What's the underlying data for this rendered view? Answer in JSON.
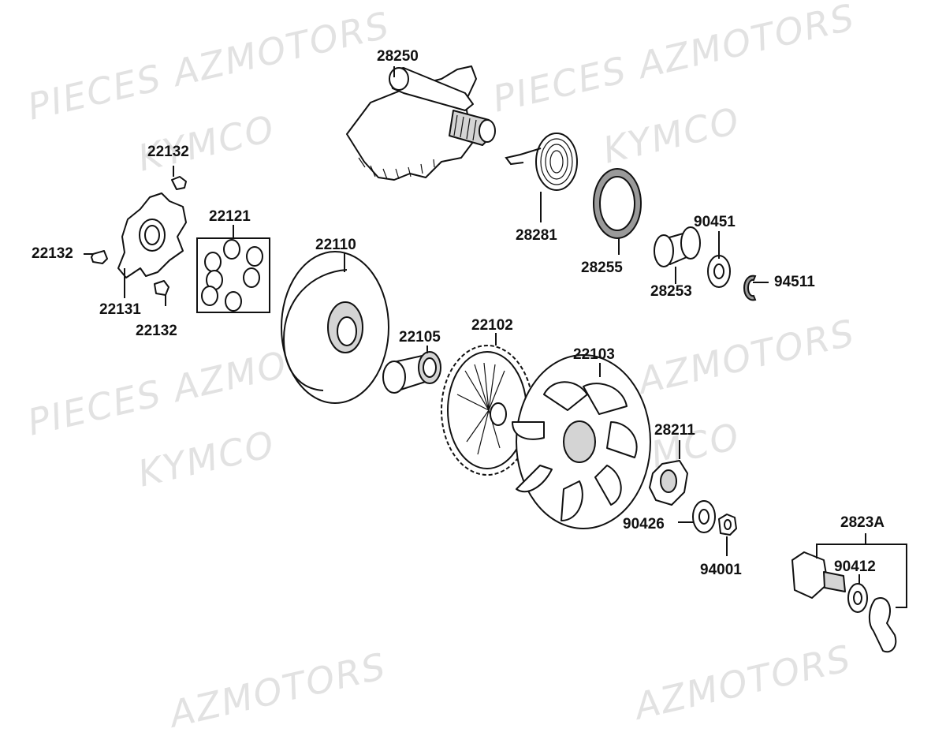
{
  "watermarks": [
    "PIECES AZMOTORS",
    "KYMCO",
    "PIECES AZMOTORS",
    "KYMCO",
    "PIECES AZMOTORS",
    "KYMCO",
    "PIECES AZMOTORS",
    "KYMCO",
    "AZMOTORS",
    "AZMOTORS"
  ],
  "part_labels": [
    "28250",
    "22132",
    "22121",
    "22132",
    "22110",
    "28281",
    "28255",
    "90451",
    "94511",
    "28253",
    "22131",
    "22132",
    "22105",
    "22102",
    "22103",
    "28211",
    "90426",
    "94001",
    "2823A",
    "90412"
  ]
}
